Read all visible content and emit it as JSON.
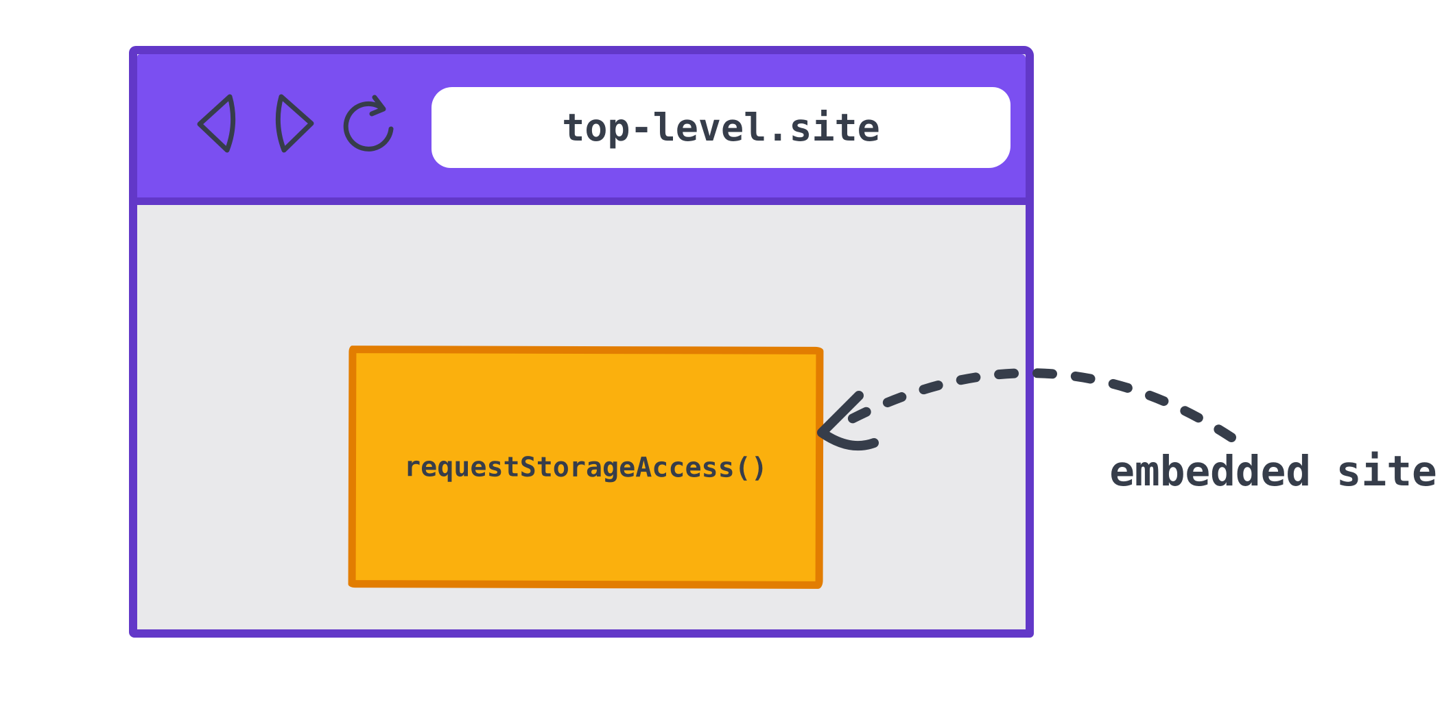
{
  "colors": {
    "page_background": "#FFFFFF",
    "toolbar_purple": "#7B4FF1",
    "window_border_purple": "#6238C8",
    "content_gray": "#E9E9EB",
    "address_bar_white": "#FFFFFF",
    "iframe_orange_fill": "#FBB00D",
    "iframe_orange_border": "#E27D01",
    "ink": "#363D4A"
  },
  "browser_window": {
    "toolbar": {
      "back_icon": "back-icon",
      "forward_icon": "forward-icon",
      "reload_icon": "reload-icon",
      "address_bar": {
        "url": "top-level.site"
      }
    },
    "content": {
      "embedded_frame": {
        "label": "requestStorageAccess()"
      }
    }
  },
  "annotation": {
    "arrow_icon": "dashed-curved-arrow-icon",
    "embedded_site_label": "embedded site"
  }
}
